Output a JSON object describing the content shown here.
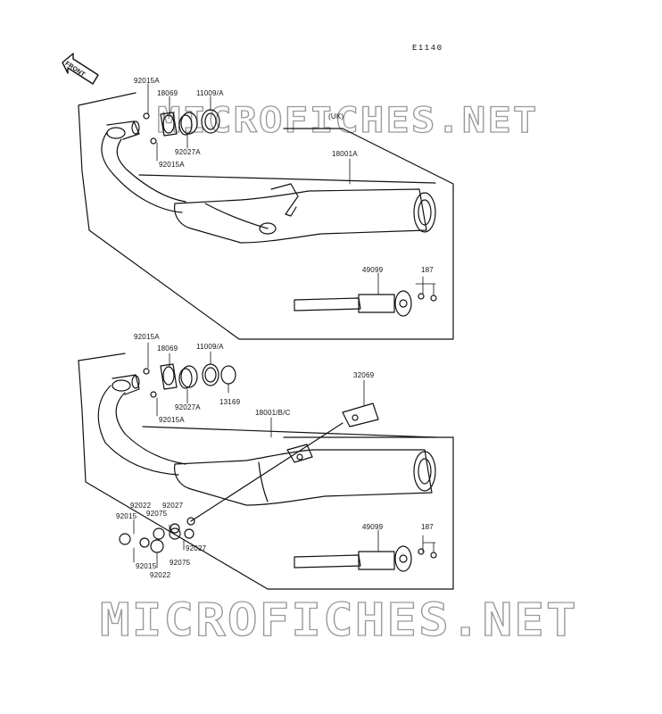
{
  "diagram_code": "E1140",
  "front_label": "FRONT",
  "watermark": "MICROFICHES.NET",
  "upper_assembly": {
    "variant_label": "(UK)",
    "parts": {
      "nut_top": "92015A",
      "flange": "18069",
      "gasket": "11009/A",
      "collar": "92027A",
      "nut_bottom": "92015A",
      "muffler": "18001A",
      "baffle": "49099",
      "screw": "187"
    }
  },
  "lower_assembly": {
    "parts": {
      "nut_top": "92015A",
      "flange": "18069",
      "gasket": "11009/A",
      "collar": "92027A",
      "washer": "13169",
      "nut_bottom": "92015A",
      "bracket": "32069",
      "muffler": "18001/B/C",
      "baffle": "49099",
      "screw": "187",
      "mount_92022_a": "92022",
      "mount_92027_a": "92027",
      "mount_92015_a": "92015",
      "mount_92075_a": "92075",
      "mount_92075_b": "92075",
      "mount_92027_b": "92027",
      "mount_92015_b": "92015",
      "mount_92022_b": "92022"
    }
  }
}
